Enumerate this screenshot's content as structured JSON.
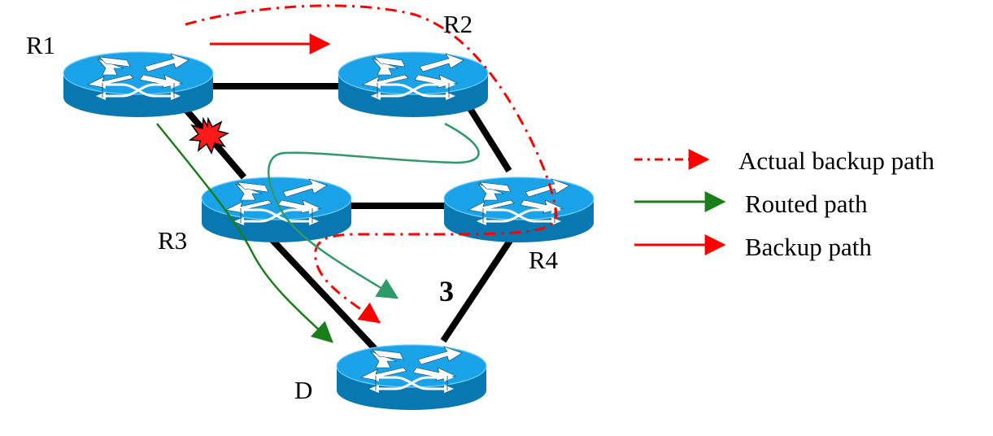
{
  "diagram": {
    "title": "",
    "colors": {
      "link": "#000000",
      "actual_backup": "#ff0000",
      "routed": "#1a7f1a",
      "routed_alt": "#2e9a6a",
      "backup": "#ff0000",
      "router_top": "#1aa3e8",
      "router_side": "#0a78b0",
      "failure": "#ff1a1a"
    },
    "nodes": [
      {
        "id": "R1",
        "label": "R1",
        "icon": "router-icon"
      },
      {
        "id": "R2",
        "label": "R2",
        "icon": "router-icon"
      },
      {
        "id": "R3",
        "label": "R3",
        "icon": "router-icon"
      },
      {
        "id": "R4",
        "label": "R4",
        "icon": "router-icon"
      },
      {
        "id": "D",
        "label": "D",
        "icon": "router-icon"
      }
    ],
    "links": [
      {
        "from": "R1",
        "to": "R2",
        "cost": "",
        "failed": false
      },
      {
        "from": "R1",
        "to": "R3",
        "cost": "",
        "failed": true
      },
      {
        "from": "R2",
        "to": "R4",
        "cost": "",
        "failed": false
      },
      {
        "from": "R3",
        "to": "R4",
        "cost": "",
        "failed": false
      },
      {
        "from": "R3",
        "to": "D",
        "cost": "",
        "failed": false
      },
      {
        "from": "R4",
        "to": "D",
        "cost": "3",
        "failed": false
      }
    ],
    "failure_marker": {
      "icon": "explosion-icon",
      "on_link": "R1-R3"
    },
    "paths": [
      {
        "name": "actual-backup-path",
        "kind": "Actual backup path",
        "hops": [
          "R1",
          "R2",
          "R4",
          "R3",
          "D"
        ],
        "style": "dash-dot"
      },
      {
        "name": "routed-path",
        "kind": "Routed path",
        "hops": [
          "R1",
          "R3",
          "D"
        ],
        "style": "solid"
      },
      {
        "name": "routed-path-loop",
        "kind": "Routed path",
        "hops": [
          "R2",
          "R3",
          "D"
        ],
        "style": "solid"
      },
      {
        "name": "backup-path",
        "kind": "Backup path",
        "hops": [
          "R1",
          "R2"
        ],
        "style": "solid"
      }
    ],
    "legend": [
      {
        "label": "Actual backup path",
        "style": "dash-dot",
        "color": "#ff0000"
      },
      {
        "label": "Routed path",
        "style": "solid",
        "color": "#1a7f1a"
      },
      {
        "label": "Backup path",
        "style": "solid",
        "color": "#ff0000"
      }
    ]
  }
}
